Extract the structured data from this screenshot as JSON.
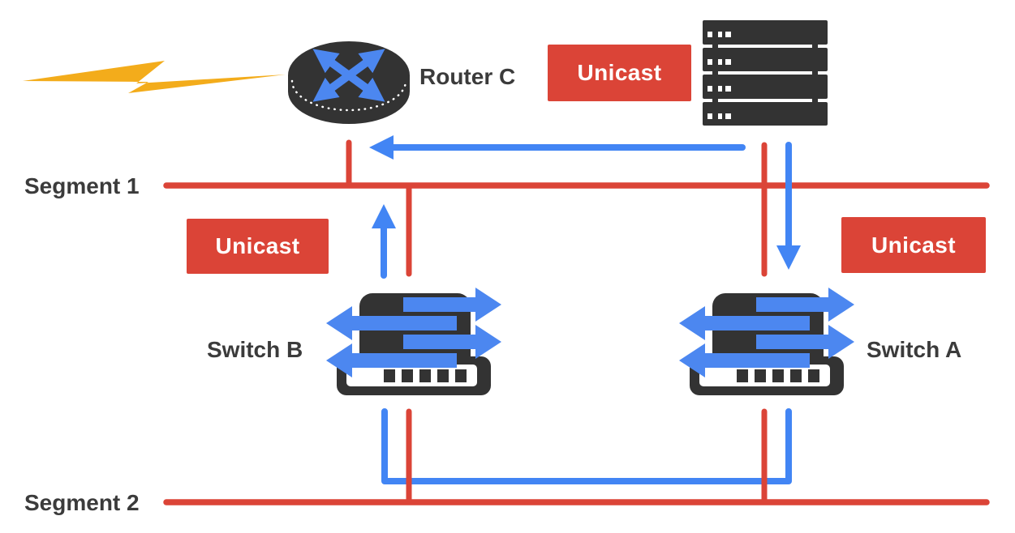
{
  "colors": {
    "red": "#DB4437",
    "blue": "#4285F4",
    "icon-blue": "#4C87F0",
    "dark": "#333333",
    "yellow": "#F3AC1B",
    "text": "#3B3B3B",
    "bg": "#FFFFFF"
  },
  "nodes": {
    "router_c": {
      "label": "Router C",
      "icon": "router-icon"
    },
    "server": {
      "icon": "server-stack-icon"
    },
    "switch_b": {
      "label": "Switch B",
      "icon": "workgroup-switch-icon"
    },
    "switch_a": {
      "label": "Switch A",
      "icon": "workgroup-switch-icon"
    }
  },
  "segments": {
    "segment1": {
      "label": "Segment 1"
    },
    "segment2": {
      "label": "Segment 2"
    }
  },
  "badges": {
    "unicast_top": {
      "label": "Unicast"
    },
    "unicast_left": {
      "label": "Unicast"
    },
    "unicast_right": {
      "label": "Unicast"
    }
  },
  "icons": {
    "failure": "lightning-bolt-icon",
    "flow": "blue-unicast-flow-arrows"
  }
}
